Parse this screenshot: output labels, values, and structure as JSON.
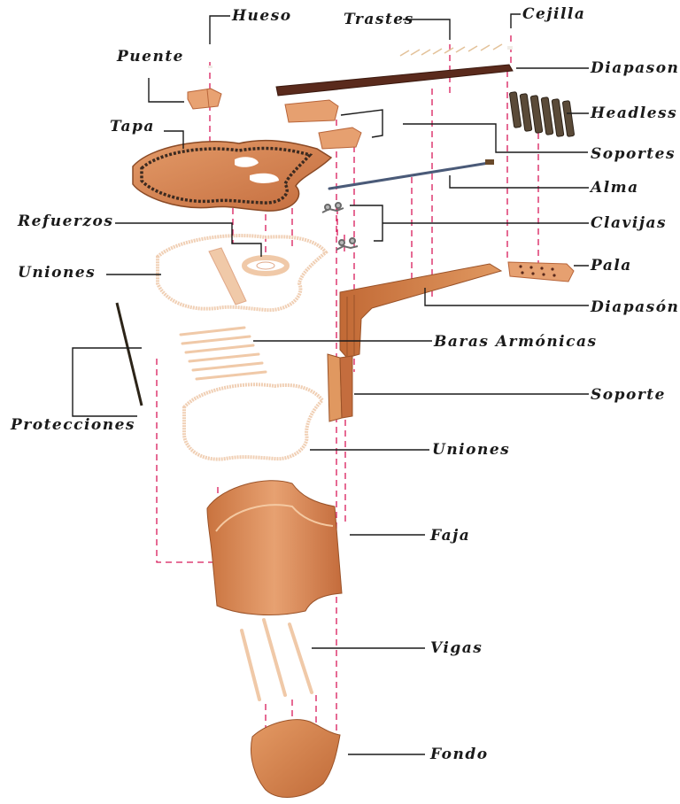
{
  "labels": {
    "hueso": "Hueso",
    "trastes": "Trastes",
    "cejilla": "Cejilla",
    "puente": "Puente",
    "diapason_top": "Diapason",
    "headless": "Headless",
    "tapa": "Tapa",
    "soportes": "Soportes",
    "alma": "Alma",
    "refuerzos": "Refuerzos",
    "clavijas": "Clavijas",
    "uniones_top": "Uniones",
    "pala": "Pala",
    "diapason_neck": "Diapasón",
    "protecciones": "Protecciones",
    "baras": "Baras Armónicas",
    "soporte": "Soporte",
    "uniones_bottom": "Uniones",
    "faja": "Faja",
    "vigas": "Vigas",
    "fondo": "Fondo"
  },
  "colors": {
    "leader": "#1a1a1a",
    "guide": "#d81b5a",
    "wood_light": "#e9a77a",
    "wood_mid": "#d9864f",
    "wood_dark": "#b8653a",
    "fretboard": "#5a2a1c",
    "inlay": "#3b2a20",
    "truss_rod": "#4a5a78"
  }
}
